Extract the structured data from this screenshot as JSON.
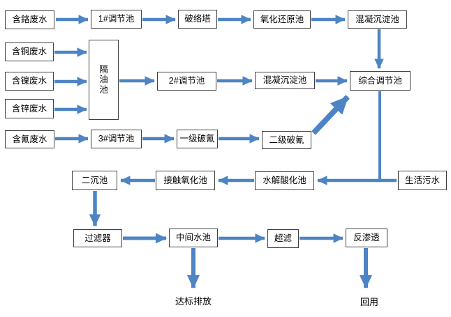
{
  "diagram": {
    "title": "wastewater-treatment-process-flowchart",
    "colors": {
      "arrow": "#4d84c4",
      "box_border": "#404040",
      "box_fill": "#ffffff",
      "background": "#ffffff",
      "text": "#000000"
    },
    "nodes": {
      "chromium_wastewater": "含鉻废水",
      "adjust_tank_1": "1#调节池",
      "complex_breaking_tower": "破络塔",
      "redox_tank": "氧化还原池",
      "coagulation_sedimentation_tank_top": "混凝沉淀池",
      "copper_wastewater": "含铜废水",
      "nickel_wastewater": "含镍废水",
      "zinc_wastewater": "含锌废水",
      "oil_separation_tank": "隔\n油\n池",
      "adjust_tank_2": "2#调节池",
      "coagulation_sedimentation_tank_mid": "混凝沉淀池",
      "comprehensive_adjust_tank": "综合调节池",
      "cyanide_wastewater": "含氰废水",
      "adjust_tank_3": "3#调节池",
      "cyanide_breaking_stage_1": "一级破氰",
      "cyanide_breaking_stage_2": "二级破氰",
      "secondary_sedimentation_tank": "二沉池",
      "contact_oxidation_tank": "接触氧化池",
      "hydrolysis_acidification_tank": "水解酸化池",
      "domestic_sewage": "生活污水",
      "filter": "过滤器",
      "intermediate_water_tank": "中间水池",
      "ultrafiltration": "超滤",
      "reverse_osmosis": "反渗透"
    },
    "outputs": {
      "discharge": "达标排放",
      "reuse": "回用"
    },
    "edges": [
      {
        "from": "含鉻废水",
        "to": "1#调节池"
      },
      {
        "from": "1#调节池",
        "to": "破络塔"
      },
      {
        "from": "破络塔",
        "to": "氧化还原池"
      },
      {
        "from": "氧化还原池",
        "to": "混凝沉淀池(上)"
      },
      {
        "from": "混凝沉淀池(上)",
        "to": "综合调节池"
      },
      {
        "from": "含铜废水",
        "to": "隔油池"
      },
      {
        "from": "含镍废水",
        "to": "隔油池"
      },
      {
        "from": "含锌废水",
        "to": "隔油池"
      },
      {
        "from": "隔油池",
        "to": "2#调节池"
      },
      {
        "from": "2#调节池",
        "to": "混凝沉淀池(中)"
      },
      {
        "from": "混凝沉淀池(中)",
        "to": "综合调节池"
      },
      {
        "from": "含氰废水",
        "to": "3#调节池"
      },
      {
        "from": "3#调节池",
        "to": "一级破氰"
      },
      {
        "from": "一级破氰",
        "to": "二级破氰"
      },
      {
        "from": "二级破氰",
        "to": "综合调节池"
      },
      {
        "from": "综合调节池",
        "to": "水解酸化池"
      },
      {
        "from": "生活污水",
        "to": "水解酸化池"
      },
      {
        "from": "水解酸化池",
        "to": "接触氧化池"
      },
      {
        "from": "接触氧化池",
        "to": "二沉池"
      },
      {
        "from": "二沉池",
        "to": "过滤器"
      },
      {
        "from": "过滤器",
        "to": "中间水池"
      },
      {
        "from": "中间水池",
        "to": "超滤"
      },
      {
        "from": "超滤",
        "to": "反渗透"
      },
      {
        "from": "中间水池",
        "to": "达标排放"
      },
      {
        "from": "反渗透",
        "to": "回用"
      }
    ]
  }
}
